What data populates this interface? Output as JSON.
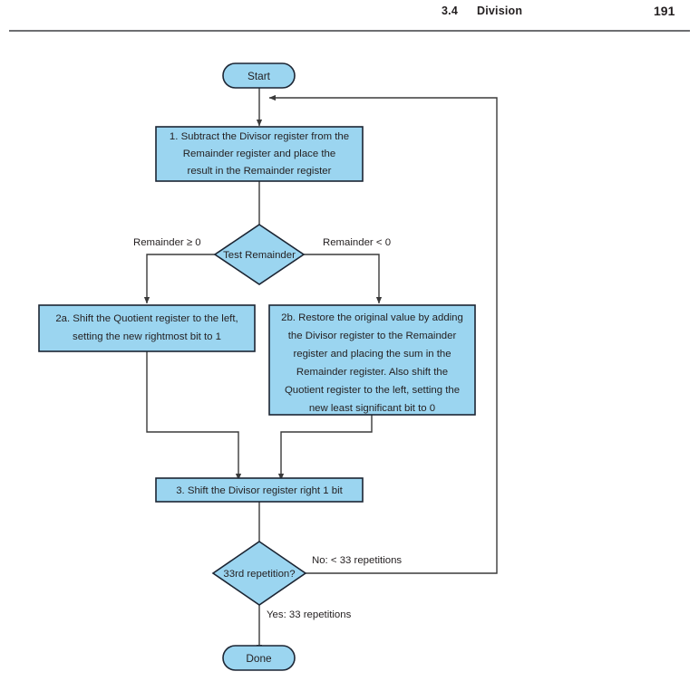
{
  "header": {
    "section_number": "3.4",
    "section_title": "Division",
    "page_number": "191"
  },
  "colors": {
    "node_fill": "#9bd5f0",
    "node_border": "#1c2533",
    "connector": "#3a3a3a",
    "text": "#231f20",
    "rule": "#6d6e71"
  },
  "flowchart": {
    "title": "Division algorithm flowchart",
    "nodes": {
      "start": {
        "type": "terminal",
        "label": "Start"
      },
      "step1": {
        "type": "process",
        "lines": [
          "1.  Subtract the Divisor register from the",
          "Remainder register and place the",
          "result in the Remainder register"
        ]
      },
      "test_remainder": {
        "type": "decision",
        "label": "Test Remainder"
      },
      "step2a": {
        "type": "process",
        "lines": [
          "2a.  Shift the Quotient register to the left,",
          "setting the new rightmost bit to 1"
        ]
      },
      "step2b": {
        "type": "process",
        "lines": [
          "2b.  Restore the original value by adding",
          "the Divisor register to the Remainder",
          "register and placing the sum in the",
          "Remainder register. Also shift the",
          "Quotient register to the left, setting the",
          "new least significant bit to 0"
        ]
      },
      "step3": {
        "type": "process",
        "lines": [
          "3.  Shift the Divisor register right 1 bit"
        ]
      },
      "repetition_test": {
        "type": "decision",
        "label": "33rd repetition?"
      },
      "done": {
        "type": "terminal",
        "label": "Done"
      }
    },
    "edge_labels": {
      "remainder_ge_zero": "Remainder ≥ 0",
      "remainder_lt_zero": "Remainder < 0",
      "no_branch": "No: < 33 repetitions",
      "yes_branch": "Yes: 33 repetitions"
    }
  }
}
